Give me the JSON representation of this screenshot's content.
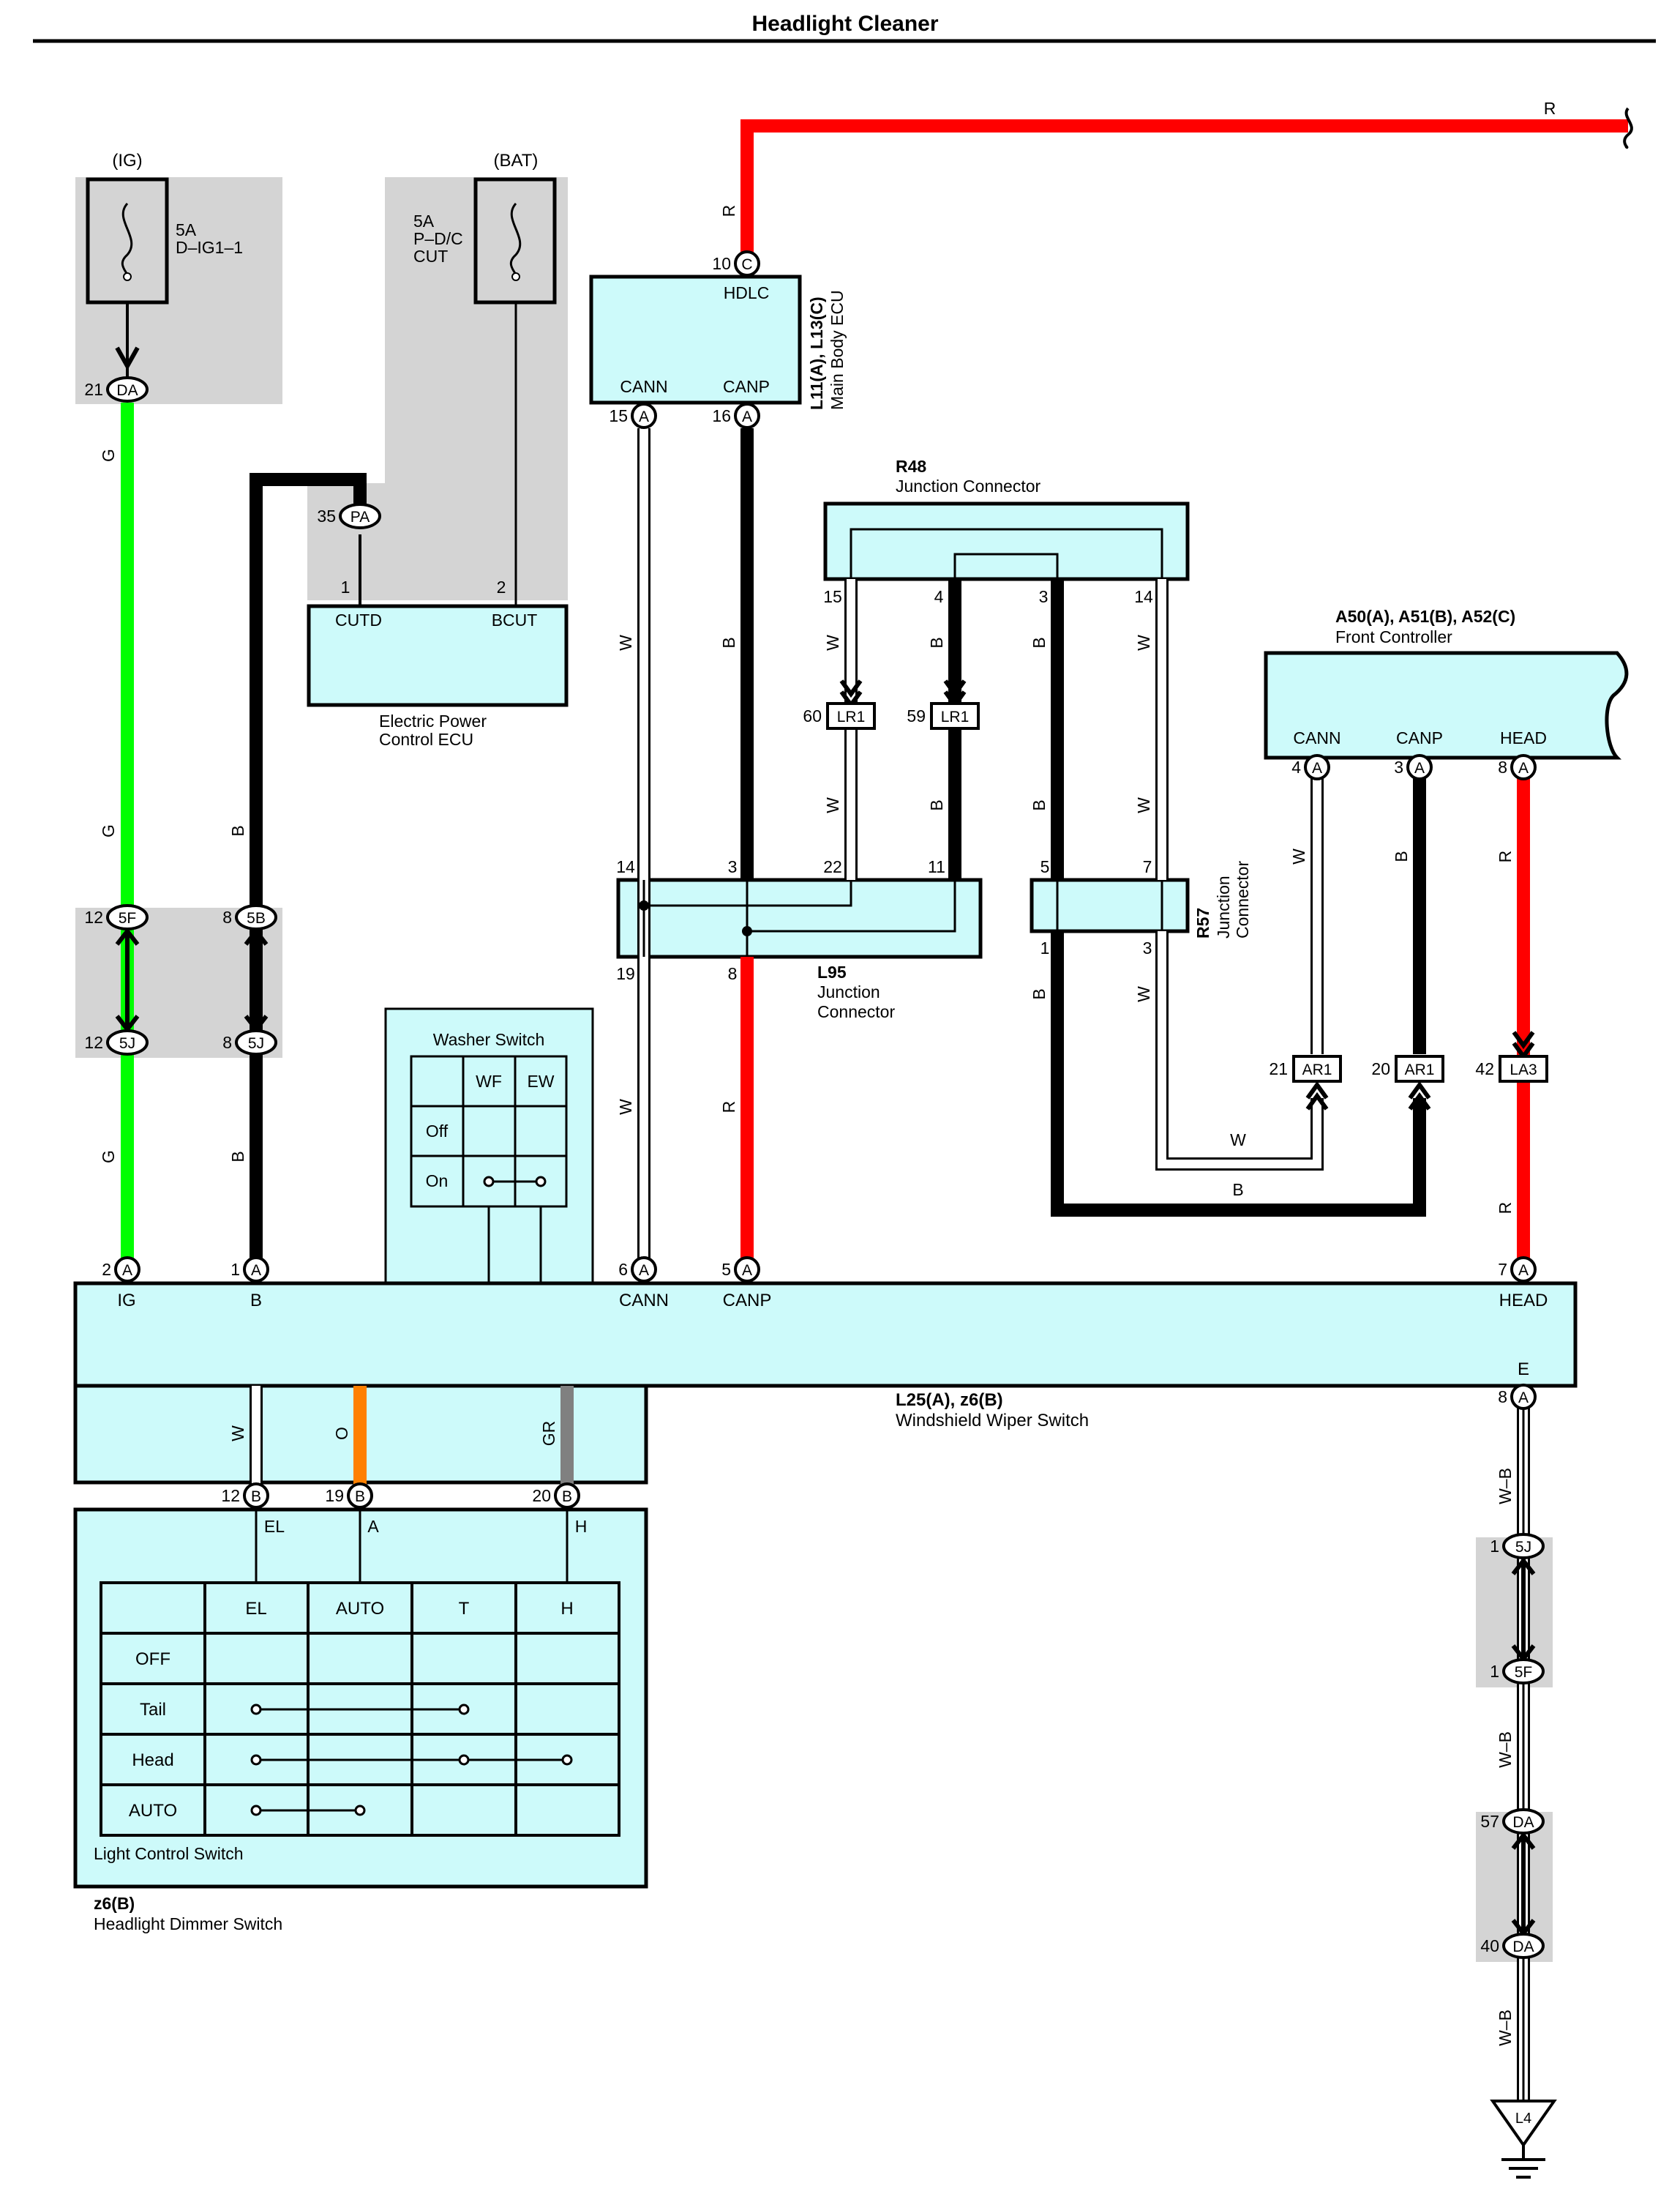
{
  "title": "Headlight Cleaner",
  "colors": {
    "R": "#ff0000",
    "B": "#000000",
    "G": "#00ff00",
    "W": "#ffffff",
    "O": "#ff8000",
    "GR": "#808080",
    "component": "#cdfafa",
    "shade": "#d4d4d4"
  },
  "fuses": {
    "ig": {
      "source": "(IG)",
      "rating": "5A",
      "name": "D–IG1–1"
    },
    "bat": {
      "source": "(BAT)",
      "rating": "5A",
      "name1": "P–D/C",
      "name2": "CUT"
    }
  },
  "components": {
    "main_body_ecu": {
      "code": "L11(A), L13(C)",
      "name": "Main Body ECU",
      "pins": {
        "hdlc": "HDLC",
        "cann": "CANN",
        "canp": "CANP"
      }
    },
    "power_ecu": {
      "name1": "Electric Power",
      "name2": "Control ECU",
      "pins": {
        "cutd": "CUTD",
        "bcut": "BCUT"
      }
    },
    "r48": {
      "code": "R48",
      "name": "Junction Connector"
    },
    "front_controller": {
      "code": "A50(A), A51(B), A52(C)",
      "name": "Front Controller",
      "pins": {
        "cann": "CANN",
        "canp": "CANP",
        "head": "HEAD"
      }
    },
    "l95": {
      "code": "L95",
      "name1": "Junction",
      "name2": "Connector"
    },
    "r57": {
      "code": "R57",
      "name1": "Junction",
      "name2": "Connector"
    },
    "washer_switch": {
      "title": "Washer Switch",
      "cols": [
        "WF",
        "EW"
      ],
      "rows": [
        "Off",
        "On"
      ]
    },
    "wiper_switch": {
      "code": "L25(A), z6(B)",
      "name": "Windshield Wiper Switch",
      "pins": {
        "ig": "IG",
        "b": "B",
        "cann": "CANN",
        "canp": "CANP",
        "head": "HEAD",
        "e": "E"
      }
    },
    "light_switch": {
      "title": "Light Control Switch",
      "cols": [
        "EL",
        "AUTO",
        "T",
        "H"
      ],
      "rows": [
        "OFF",
        "Tail",
        "Head",
        "AUTO"
      ],
      "pins": {
        "el": "EL",
        "a": "A",
        "h": "H"
      }
    },
    "dimmer": {
      "code": "z6(B)",
      "name": "Headlight Dimmer Switch"
    }
  },
  "connectors": {
    "ig_da": {
      "pin": "21",
      "id": "DA"
    },
    "ecu_c10": {
      "pin": "10",
      "id": "C"
    },
    "ecu_a15": {
      "pin": "15",
      "id": "A"
    },
    "ecu_a16": {
      "pin": "16",
      "id": "A"
    },
    "pa35": {
      "pin": "35",
      "id": "PA"
    },
    "cutd_pin": "1",
    "bcut_pin": "2",
    "r48_pins": [
      "15",
      "4",
      "3",
      "14"
    ],
    "lr1_60": {
      "pin": "60",
      "id": "LR1"
    },
    "lr1_59": {
      "pin": "59",
      "id": "LR1"
    },
    "fc_a4": {
      "pin": "4",
      "id": "A"
    },
    "fc_a3": {
      "pin": "3",
      "id": "A"
    },
    "fc_a8": {
      "pin": "8",
      "id": "A"
    },
    "l95_top": [
      "14",
      "3",
      "22",
      "11"
    ],
    "l95_bot": [
      "19",
      "8"
    ],
    "r57_top": [
      "5",
      "7"
    ],
    "r57_bot": [
      "1",
      "3"
    ],
    "f5f12": {
      "pin": "12",
      "id": "5F"
    },
    "b5b8": {
      "pin": "8",
      "id": "5B"
    },
    "j5j12": {
      "pin": "12",
      "id": "5J"
    },
    "j5j8": {
      "pin": "8",
      "id": "5J"
    },
    "ar1_21": {
      "pin": "21",
      "id": "AR1"
    },
    "ar1_20": {
      "pin": "20",
      "id": "AR1"
    },
    "la3_42": {
      "pin": "42",
      "id": "LA3"
    },
    "ws_a2": {
      "pin": "2",
      "id": "A"
    },
    "ws_a1": {
      "pin": "1",
      "id": "A"
    },
    "ws_a6": {
      "pin": "6",
      "id": "A"
    },
    "ws_a5": {
      "pin": "5",
      "id": "A"
    },
    "ws_a7": {
      "pin": "7",
      "id": "A"
    },
    "ws_a8": {
      "pin": "8",
      "id": "A"
    },
    "ws_b12": {
      "pin": "12",
      "id": "B"
    },
    "ws_b19": {
      "pin": "19",
      "id": "B"
    },
    "ws_b20": {
      "pin": "20",
      "id": "B"
    },
    "g5j1": {
      "pin": "1",
      "id": "5J"
    },
    "g5f1": {
      "pin": "1",
      "id": "5F"
    },
    "da57": {
      "pin": "57",
      "id": "DA"
    },
    "da40": {
      "pin": "40",
      "id": "DA"
    },
    "ground": "L4"
  },
  "wire_labels": {
    "r_top": "R",
    "r_ecu": "R",
    "g": "G",
    "b": "B",
    "w": "W",
    "r": "R",
    "o": "O",
    "gr": "GR",
    "wb": "W–B"
  }
}
